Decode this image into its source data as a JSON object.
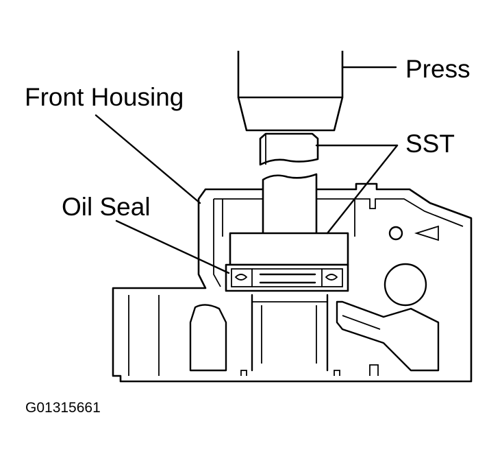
{
  "labels": {
    "press": "Press",
    "front_housing": "Front Housing",
    "sst": "SST",
    "oil_seal": "Oil Seal"
  },
  "figure_id": "G01315661"
}
